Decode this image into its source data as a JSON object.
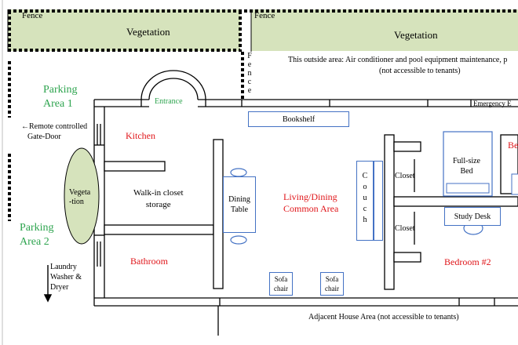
{
  "fence_left_label": "Fence",
  "fence_right_label": "Fence",
  "vegetation_left": "Vegetation",
  "vegetation_right": "Vegetation",
  "fence_vertical": [
    "F",
    "e",
    "n",
    "c",
    "e"
  ],
  "outside_area_line1": "This outside area: Air conditioner and pool equipment maintenance, p",
  "outside_area_line2": "(not accessible to tenants)",
  "parking1_line1": "Parking",
  "parking1_line2": "Area 1",
  "parking2_line1": "Parking",
  "parking2_line2": "Area 2",
  "gate_line1": "←Remote controlled",
  "gate_line2": "Gate-Door",
  "vegetation_oval_line1": "Vegeta",
  "vegetation_oval_line2": "-tion",
  "laundry_lines": [
    "Laundry",
    "Washer &",
    "Dryer"
  ],
  "entrance": "Entrance",
  "emergency": "Emergency E",
  "bookshelf": "Bookshelf",
  "kitchen": "Kitchen",
  "walkin_line1": "Walk-in closet",
  "walkin_line2": "storage",
  "bathroom": "Bathroom",
  "dining_line1": "Dining",
  "dining_line2": "Table",
  "living_line1": "Living/Dining",
  "living_line2": "Common Area",
  "couch_letters": [
    "C",
    "o",
    "u",
    "c",
    "h"
  ],
  "closet_top": "Closet",
  "closet_bottom": "Closet",
  "bed_line1": "Full-size",
  "bed_line2": "Bed",
  "bedroom_right_partial": "Be",
  "study_desk": "Study Desk",
  "bedroom2": "Bedroom #2",
  "sofa1_line1": "Sofa",
  "sofa1_line2": "chair",
  "sofa2_line1": "Sofa",
  "sofa2_line2": "chair",
  "adjacent": "Adjacent House Area (not accessible to tenants)",
  "colors": {
    "vegetation": "#d6e3bc",
    "label_green": "#2ea44f",
    "label_red": "#e0161a",
    "furniture_blue": "#4472c4"
  }
}
